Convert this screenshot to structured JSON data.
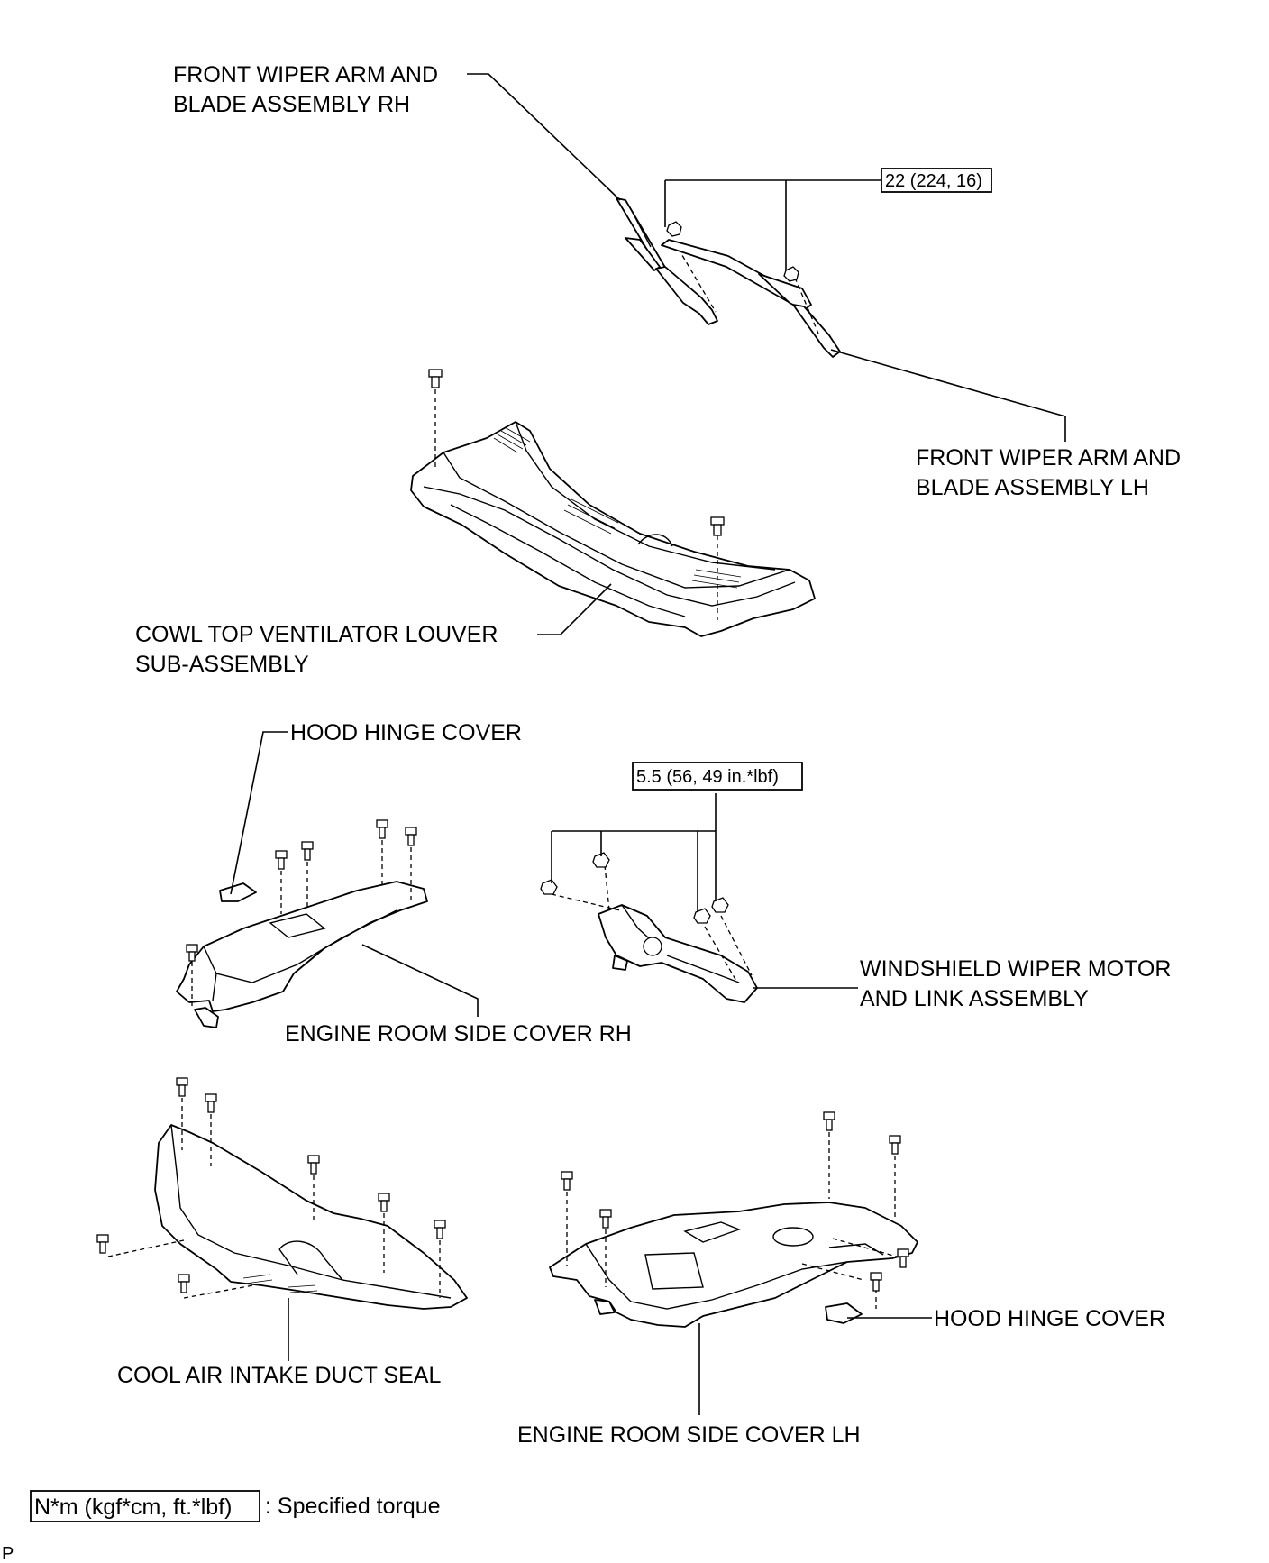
{
  "labels": {
    "wiper_rh_l1": "FRONT WIPER ARM AND",
    "wiper_rh_l2": "BLADE ASSEMBLY RH",
    "wiper_lh_l1": "FRONT WIPER ARM AND",
    "wiper_lh_l2": "BLADE ASSEMBLY LH",
    "cowl_l1": "COWL TOP VENTILATOR LOUVER",
    "cowl_l2": "SUB-ASSEMBLY",
    "hood_hinge_top": "HOOD HINGE COVER",
    "engine_room_rh": "ENGINE ROOM SIDE COVER RH",
    "wiper_motor_l1": "WINDSHIELD WIPER MOTOR",
    "wiper_motor_l2": "AND LINK ASSEMBLY",
    "cool_air_seal": "COOL AIR INTAKE DUCT SEAL",
    "hood_hinge_bottom": "HOOD HINGE COVER",
    "engine_room_lh": "ENGINE ROOM SIDE COVER LH"
  },
  "torques": {
    "wiper_arm_nut": "22 (224, 16)",
    "wiper_motor_bolt": "5.5 (56, 49 in.*lbf)"
  },
  "legend": {
    "unit_box": "N*m (kgf*cm, ft.*lbf)",
    "text": ": Specified torque"
  },
  "corner_mark": "P"
}
